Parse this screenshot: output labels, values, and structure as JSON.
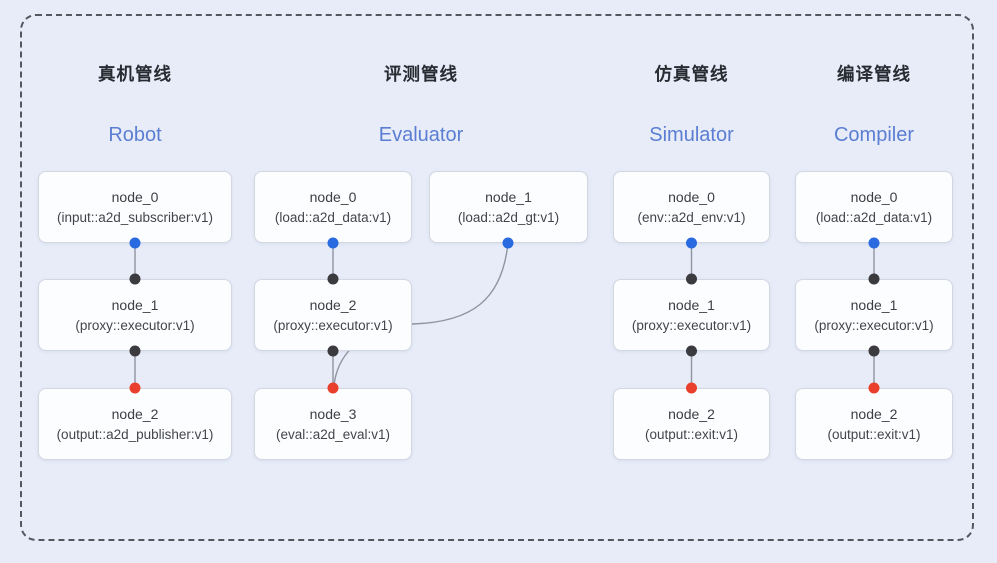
{
  "diagram": {
    "kind": "pipeline-graphs",
    "background_color": "#e7ecf8",
    "frame_border_color": "#55575f",
    "colors": {
      "input_port": "#2a6ae0",
      "mid_port": "#3a3a3f",
      "output_port": "#ea3f2c",
      "edge_line": "#9094a0",
      "title_zh": "#292b32",
      "title_en": "#5b7ed2",
      "node_box_bg": "#fcfdfe",
      "node_box_border": "#d3d7e1"
    }
  },
  "pipelines": [
    {
      "title_zh": "真机管线",
      "title_en": "Robot",
      "nodes": [
        {
          "name": "node_0",
          "type": "(input::a2d_subscriber:v1)"
        },
        {
          "name": "node_1",
          "type": "(proxy::executor:v1)"
        },
        {
          "name": "node_2",
          "type": "(output::a2d_publisher:v1)"
        }
      ]
    },
    {
      "title_zh": "评测管线",
      "title_en": "Evaluator",
      "nodes": [
        {
          "name": "node_0",
          "type": "(load::a2d_data:v1)"
        },
        {
          "name": "node_1",
          "type": "(load::a2d_gt:v1)"
        },
        {
          "name": "node_2",
          "type": "(proxy::executor:v1)"
        },
        {
          "name": "node_3",
          "type": "(eval::a2d_eval:v1)"
        }
      ]
    },
    {
      "title_zh": "仿真管线",
      "title_en": "Simulator",
      "nodes": [
        {
          "name": "node_0",
          "type": "(env::a2d_env:v1)"
        },
        {
          "name": "node_1",
          "type": "(proxy::executor:v1)"
        },
        {
          "name": "node_2",
          "type": "(output::exit:v1)"
        }
      ]
    },
    {
      "title_zh": "编译管线",
      "title_en": "Compiler",
      "nodes": [
        {
          "name": "node_0",
          "type": "(load::a2d_data:v1)"
        },
        {
          "name": "node_1",
          "type": "(proxy::executor:v1)"
        },
        {
          "name": "node_2",
          "type": "(output::exit:v1)"
        }
      ]
    }
  ],
  "connections": [
    {
      "pipeline": "Robot",
      "from": "node_0",
      "to": "node_1"
    },
    {
      "pipeline": "Robot",
      "from": "node_1",
      "to": "node_2"
    },
    {
      "pipeline": "Evaluator",
      "from": "node_0",
      "to": "node_2"
    },
    {
      "pipeline": "Evaluator",
      "from": "node_1",
      "to": "node_3"
    },
    {
      "pipeline": "Evaluator",
      "from": "node_2",
      "to": "node_3"
    },
    {
      "pipeline": "Simulator",
      "from": "node_0",
      "to": "node_1"
    },
    {
      "pipeline": "Simulator",
      "from": "node_1",
      "to": "node_2"
    },
    {
      "pipeline": "Compiler",
      "from": "node_0",
      "to": "node_1"
    },
    {
      "pipeline": "Compiler",
      "from": "node_1",
      "to": "node_2"
    }
  ]
}
